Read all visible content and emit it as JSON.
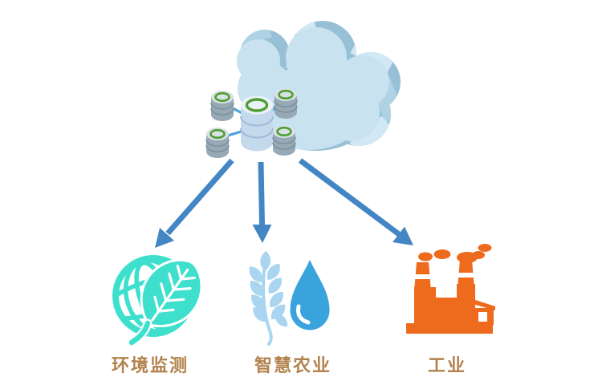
{
  "colors": {
    "bg": "#ffffff",
    "cloud-face": "#C9E2F0",
    "cloud-side": "#97C0D7",
    "cloud-facet-light": "#D2E8F4",
    "cloud-facet-mid": "#AFD3E5",
    "link-blue": "#4FA3DC",
    "hub-body": "#C5D9ED",
    "hub-band": "#9FBBDA",
    "hub-top": "#EAF2FA",
    "node-body": "#97A9B4",
    "node-band": "#7A929F",
    "node-top": "#D8E1E6",
    "ring-green": "#4F9E31",
    "arrow-blue": "#4486C4",
    "eco-teal": "#3EE0CD",
    "wheat-blue": "#A9D5F1",
    "drop-blue": "#39A4DC",
    "factory-orange": "#EE6A1D",
    "label-brown": "#B2824C"
  },
  "diagram": {
    "type": "iot-cloud-application-diagram",
    "hub": {
      "name": "cloud-data-platform",
      "parts": [
        "cloud-icon",
        "database-cluster-icon"
      ],
      "database_node_count": 4
    },
    "connections": [
      {
        "from": "cloud-data-platform",
        "to": "environmental-monitoring"
      },
      {
        "from": "cloud-data-platform",
        "to": "smart-agriculture"
      },
      {
        "from": "cloud-data-platform",
        "to": "industry"
      }
    ],
    "applications": [
      {
        "id": "environmental-monitoring",
        "label": "环境监测",
        "icon": "globe-leaf-icon",
        "accent": "#3EE0CD"
      },
      {
        "id": "smart-agriculture",
        "label": "智慧农业",
        "icon": "wheat-waterdrop-icon",
        "accent": "#39A4DC"
      },
      {
        "id": "industry",
        "label": "工业",
        "icon": "factory-icon",
        "accent": "#EE6A1D"
      }
    ]
  }
}
